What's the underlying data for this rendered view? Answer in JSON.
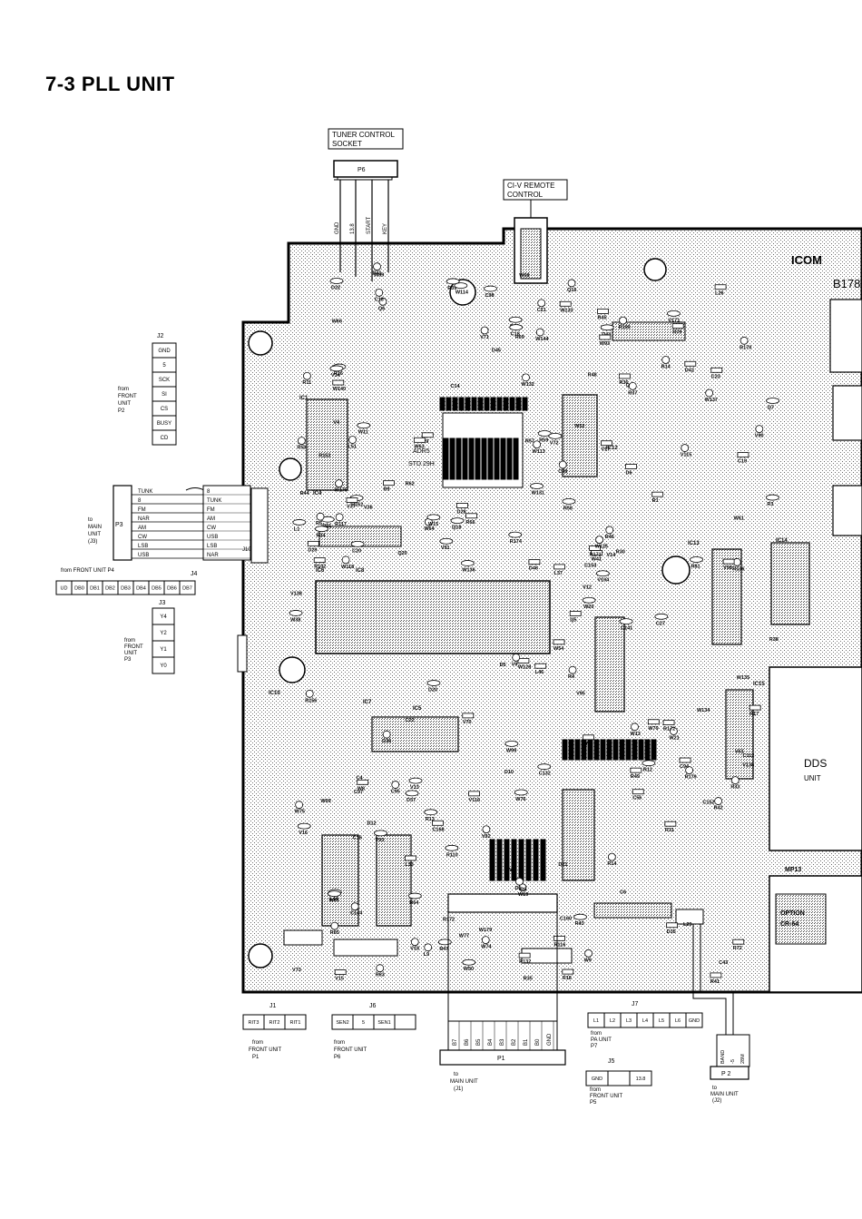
{
  "title": "7-3 PLL UNIT",
  "board": {
    "brand": "ICOM",
    "code": "B178",
    "dds_unit": [
      "DDS",
      "UNIT"
    ],
    "option": [
      "OPTION",
      "CR-64"
    ],
    "mp13": "MP13",
    "chip_label": [
      "ADR5",
      "STD 29H"
    ]
  },
  "tuner_socket": {
    "label": [
      "TUNER CONTROL",
      "SOCKET"
    ],
    "plug": "P6",
    "pins": [
      "GND",
      "13.8",
      "START",
      "KEY"
    ]
  },
  "civ": {
    "label": [
      "CI-V REMOTE",
      "CONTROL"
    ]
  },
  "j2": {
    "name": "J2",
    "pins": [
      "GND",
      "5",
      "SCK",
      "SI",
      "CS",
      "BUSY",
      "CD"
    ],
    "from": [
      "from",
      "FRONT",
      "UNIT",
      "P2"
    ]
  },
  "p3": {
    "name": "P3",
    "rows": [
      "TUNK",
      "8",
      "FM",
      "NAR",
      "AM",
      "CW",
      "LSB",
      "USB"
    ],
    "to": [
      "to",
      "MAIN",
      "UNIT",
      "(J3)"
    ],
    "j10_label": "J10",
    "j10_rows": [
      "8",
      "TUNK",
      "FM",
      "AM",
      "CW",
      "USB",
      "LSB",
      "NAR"
    ]
  },
  "j4": {
    "name": "J4",
    "from": "from FRONT UNIT P4",
    "pins": [
      "UD",
      "DB0",
      "DB1",
      "DB2",
      "DB3",
      "DB4",
      "DB5",
      "DB6",
      "DB7"
    ]
  },
  "j3": {
    "name": "J3",
    "pins": [
      "Y4",
      "Y2",
      "Y1",
      "Y0"
    ],
    "from": [
      "from",
      "FRONT",
      "UNIT",
      "P3"
    ]
  },
  "j1": {
    "name": "J1",
    "pins": [
      "RIT3",
      "RIT2",
      "RIT1"
    ],
    "from": [
      "from",
      "FRONT UNIT",
      "P1"
    ]
  },
  "j6": {
    "name": "J6",
    "pins": [
      "SEN2",
      "5",
      "SEN1",
      ""
    ],
    "from": [
      "from",
      "FRONT UNIT",
      "P6"
    ]
  },
  "p1": {
    "name": "P1",
    "pins": [
      "B7",
      "B6",
      "B5",
      "B4",
      "B3",
      "B2",
      "B1",
      "B0",
      "GND"
    ],
    "to": [
      "to",
      "MAIN UNIT",
      "(J1)"
    ]
  },
  "j7": {
    "name": "J7",
    "pins": [
      "L1",
      "L2",
      "L3",
      "L4",
      "L5",
      "L6",
      "GND"
    ],
    "from": [
      "from",
      "PA UNIT",
      "P7"
    ]
  },
  "j5": {
    "name": "J5",
    "pins": [
      "GND",
      "",
      "13.8"
    ],
    "from": [
      "from",
      "FRONT UNIT",
      "P5"
    ]
  },
  "p2": {
    "name": "P 2",
    "pins": [
      "BAND",
      "-5",
      "28M"
    ],
    "to": [
      "to",
      "MAIN UNIT",
      "(J2)"
    ]
  },
  "components": {
    "ics": [
      "IC1",
      "IC4",
      "IC5",
      "IC6",
      "IC7",
      "IC8",
      "IC10",
      "IC12",
      "IC13",
      "IC14",
      "IC15"
    ],
    "parts": [
      "L46",
      "L51",
      "L44",
      "C153",
      "C168",
      "R100",
      "R59",
      "Q4",
      "Q5",
      "Q6",
      "Q7",
      "D5",
      "D6",
      "R63",
      "R58",
      "D12",
      "R66",
      "R65",
      "R64",
      "R57",
      "W41",
      "W21",
      "W11",
      "R69",
      "R102",
      "W13",
      "R3",
      "W5",
      "R9",
      "R14",
      "R13",
      "C43",
      "R172",
      "Q16",
      "Q18",
      "Q20",
      "C56",
      "L9",
      "L1",
      "V12",
      "V15",
      "W19",
      "W20",
      "C16",
      "C19",
      "R11",
      "R12",
      "C6",
      "L33",
      "C18",
      "D22",
      "D21",
      "C23",
      "C21",
      "R51",
      "R62",
      "D42",
      "D41",
      "D44",
      "D45",
      "D46",
      "W75",
      "W76",
      "W77",
      "W79",
      "W64",
      "W65",
      "W66",
      "R9",
      "R156",
      "R174",
      "C160",
      "L37",
      "C144",
      "C141",
      "C112",
      "R132",
      "R136",
      "C132",
      "L29",
      "R18",
      "R14",
      "R20",
      "R30",
      "R31",
      "R33",
      "R34",
      "R35",
      "R36",
      "R37",
      "R39",
      "R38",
      "D29",
      "D36",
      "D37",
      "R172",
      "R171",
      "W137",
      "W136",
      "W135",
      "W140",
      "W113",
      "W114",
      "W99",
      "W128",
      "R170",
      "C98",
      "C97",
      "L26",
      "C28",
      "C27",
      "C22",
      "R72",
      "W74",
      "R81",
      "V4",
      "W8",
      "W9",
      "W15",
      "C14",
      "R17",
      "R179",
      "D20",
      "C4",
      "D28",
      "R4",
      "C20",
      "C152",
      "W54",
      "W125",
      "R16",
      "W179",
      "D35",
      "D1",
      "C18",
      "W61",
      "W63",
      "R5",
      "W50",
      "W134",
      "W133",
      "W132",
      "W131",
      "W52",
      "W46",
      "W144",
      "W38",
      "W68",
      "W93",
      "W175",
      "W99",
      "W89",
      "R41",
      "R42",
      "R43",
      "R44",
      "R45",
      "R46",
      "R47",
      "R48",
      "R49",
      "R50",
      "R162",
      "R153",
      "R116",
      "R117",
      "V34",
      "V36",
      "V37",
      "W118",
      "R110",
      "V61",
      "V116",
      "V115",
      "V104",
      "R6",
      "C94",
      "C95",
      "V171",
      "V138",
      "R1",
      "V9",
      "V16",
      "D10",
      "R79",
      "V90",
      "V91",
      "V136",
      "V98",
      "V92",
      "V93",
      "V95",
      "V70",
      "V71",
      "V72",
      "V73",
      "V17",
      "V18",
      "V13",
      "V14"
    ]
  }
}
